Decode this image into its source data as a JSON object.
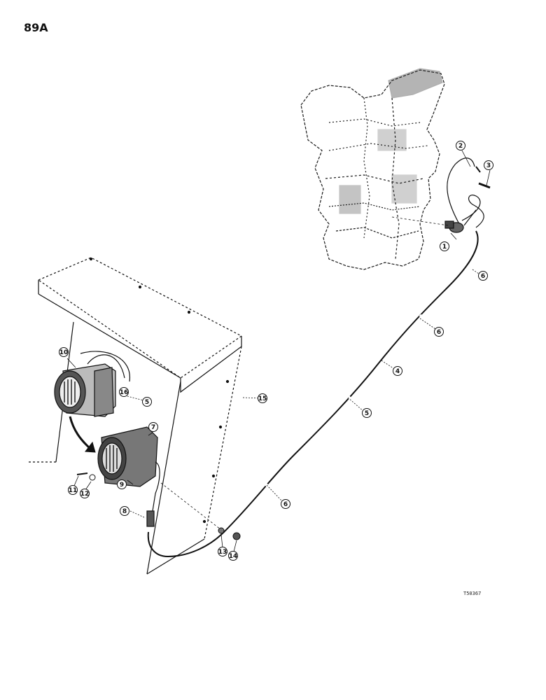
{
  "page": {
    "number": "89A",
    "reference_code": "T50367"
  },
  "callouts": [
    {
      "id": "c1",
      "label": "1"
    },
    {
      "id": "c2",
      "label": "2"
    },
    {
      "id": "c3",
      "label": "3"
    },
    {
      "id": "c4",
      "label": "4"
    },
    {
      "id": "c5a",
      "label": "5"
    },
    {
      "id": "c5b",
      "label": "5"
    },
    {
      "id": "c6a",
      "label": "6"
    },
    {
      "id": "c6b",
      "label": "6"
    },
    {
      "id": "c6c",
      "label": "6"
    },
    {
      "id": "c7",
      "label": "7"
    },
    {
      "id": "c8",
      "label": "8"
    },
    {
      "id": "c9",
      "label": "9"
    },
    {
      "id": "c10",
      "label": "10"
    },
    {
      "id": "c11",
      "label": "11"
    },
    {
      "id": "c12",
      "label": "12"
    },
    {
      "id": "c13",
      "label": "13"
    },
    {
      "id": "c14",
      "label": "14"
    },
    {
      "id": "c15",
      "label": "15"
    },
    {
      "id": "c16",
      "label": "16"
    }
  ]
}
